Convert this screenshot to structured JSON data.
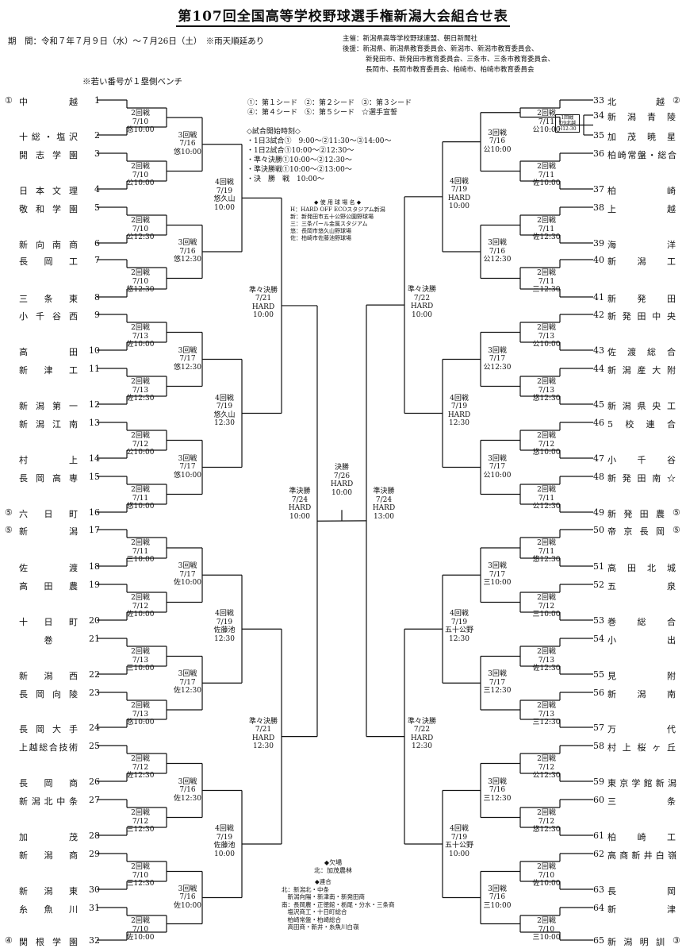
{
  "header": {
    "title": "第107回全国高等学校野球選手権新潟大会組合せ表",
    "period": "期　間：令和７年７月９日（水）～７月26日（土）　※雨天順延あり",
    "sponsor": "主催：新潟県高等学校野球連盟、朝日新聞社",
    "support": [
      "後援：新潟県、新潟県教育委員会、新潟市、新潟市教育委員会、",
      "新発田市、新発田市教育委員会、三条市、三条市教育委員会、",
      "長岡市、長岡市教育委員会、柏崎市、柏崎市教育委員会"
    ],
    "bench_note": "※若い番号が１塁側ベンチ"
  },
  "legend": {
    "seeds": [
      "①：第１シード　②：第２シード　③：第３シード",
      "④：第４シード　⑤：第５シード　☆選手宣誓"
    ],
    "time_title": "◇試合開始時刻◇",
    "times": [
      "・1日3試合①　9:00～②11:30～③14:00～",
      "・1日2試合①10:00～②12:30～",
      "・準々決勝①10:00～②12:30～",
      "・準決勝戦①10:00～②13:00～",
      "・決　勝　戦　10:00～"
    ],
    "venue_title": "◆ 使 用 球 場 名 ◆",
    "venues": [
      "H：HARD OFF ECOスタジアム新潟",
      "新：新発田市五十公野公園野球場",
      "三：三条パール金属スタジアム",
      "悠：長岡市悠久山野球場",
      "佐：柏崎市佐藤池野球場"
    ]
  },
  "left_teams": [
    {
      "no": "1",
      "name": "中越",
      "mark": "①"
    },
    {
      "no": "2",
      "name": "十総・塩沢",
      "mark": ""
    },
    {
      "no": "3",
      "name": "開志学園",
      "mark": ""
    },
    {
      "no": "4",
      "name": "日本文理",
      "mark": ""
    },
    {
      "no": "5",
      "name": "敬和学園",
      "mark": ""
    },
    {
      "no": "6",
      "name": "新向南商",
      "mark": ""
    },
    {
      "no": "7",
      "name": "長岡工",
      "mark": ""
    },
    {
      "no": "8",
      "name": "三条東",
      "mark": ""
    },
    {
      "no": "9",
      "name": "小千谷西",
      "mark": ""
    },
    {
      "no": "10",
      "name": "高田",
      "mark": ""
    },
    {
      "no": "11",
      "name": "新津工",
      "mark": ""
    },
    {
      "no": "12",
      "name": "新潟第一",
      "mark": ""
    },
    {
      "no": "13",
      "name": "新潟江南",
      "mark": ""
    },
    {
      "no": "14",
      "name": "村上",
      "mark": ""
    },
    {
      "no": "15",
      "name": "長岡高専",
      "mark": ""
    },
    {
      "no": "16",
      "name": "六日町",
      "mark": "⑤"
    },
    {
      "no": "17",
      "name": "新潟",
      "mark": "⑤"
    },
    {
      "no": "18",
      "name": "佐渡",
      "mark": ""
    },
    {
      "no": "19",
      "name": "高田農",
      "mark": ""
    },
    {
      "no": "20",
      "name": "十日町",
      "mark": ""
    },
    {
      "no": "21",
      "name": "巻",
      "mark": ""
    },
    {
      "no": "22",
      "name": "新潟西",
      "mark": ""
    },
    {
      "no": "23",
      "name": "長岡向陵",
      "mark": ""
    },
    {
      "no": "24",
      "name": "長岡大手",
      "mark": ""
    },
    {
      "no": "25",
      "name": "上越総合技術",
      "mark": ""
    },
    {
      "no": "26",
      "name": "長岡商",
      "mark": ""
    },
    {
      "no": "27",
      "name": "新潟北中条",
      "mark": ""
    },
    {
      "no": "28",
      "name": "加茂",
      "mark": ""
    },
    {
      "no": "29",
      "name": "新潟商",
      "mark": ""
    },
    {
      "no": "30",
      "name": "新潟東",
      "mark": ""
    },
    {
      "no": "31",
      "name": "糸魚川",
      "mark": ""
    },
    {
      "no": "32",
      "name": "関根学園",
      "mark": "④"
    }
  ],
  "right_teams": [
    {
      "no": "33",
      "name": "北越",
      "mark": "②"
    },
    {
      "no": "34",
      "name": "新潟青陵",
      "mark": ""
    },
    {
      "no": "35",
      "name": "加茂暁星",
      "mark": ""
    },
    {
      "no": "36",
      "name": "柏崎常盤・総合",
      "mark": ""
    },
    {
      "no": "37",
      "name": "柏崎",
      "mark": ""
    },
    {
      "no": "38",
      "name": "上越",
      "mark": ""
    },
    {
      "no": "39",
      "name": "海洋",
      "mark": ""
    },
    {
      "no": "40",
      "name": "新潟工",
      "mark": ""
    },
    {
      "no": "41",
      "name": "新発田",
      "mark": ""
    },
    {
      "no": "42",
      "name": "新発田中央",
      "mark": ""
    },
    {
      "no": "43",
      "name": "佐渡総合",
      "mark": ""
    },
    {
      "no": "44",
      "name": "新潟産大附",
      "mark": ""
    },
    {
      "no": "45",
      "name": "新潟県央工",
      "mark": ""
    },
    {
      "no": "46",
      "name": "5校連合",
      "mark": ""
    },
    {
      "no": "47",
      "name": "小千谷",
      "mark": ""
    },
    {
      "no": "48",
      "name": "新発田南☆",
      "mark": ""
    },
    {
      "no": "49",
      "name": "新発田農",
      "mark": "⑤"
    },
    {
      "no": "50",
      "name": "帝京長岡",
      "mark": "⑤"
    },
    {
      "no": "51",
      "name": "高田北城",
      "mark": ""
    },
    {
      "no": "52",
      "name": "五泉",
      "mark": ""
    },
    {
      "no": "53",
      "name": "巻総合",
      "mark": ""
    },
    {
      "no": "54",
      "name": "小出",
      "mark": ""
    },
    {
      "no": "55",
      "name": "見附",
      "mark": ""
    },
    {
      "no": "56",
      "name": "新潟南",
      "mark": ""
    },
    {
      "no": "57",
      "name": "万代",
      "mark": ""
    },
    {
      "no": "58",
      "name": "村上桜ヶ丘",
      "mark": ""
    },
    {
      "no": "59",
      "name": "東京学館新潟",
      "mark": ""
    },
    {
      "no": "60",
      "name": "三条",
      "mark": ""
    },
    {
      "no": "61",
      "name": "柏崎工",
      "mark": ""
    },
    {
      "no": "62",
      "name": "高商新井白嶺",
      "mark": ""
    },
    {
      "no": "63",
      "name": "長岡",
      "mark": ""
    },
    {
      "no": "64",
      "name": "新津",
      "mark": ""
    },
    {
      "no": "65",
      "name": "新潟明訓",
      "mark": "③"
    }
  ],
  "left_r2": [
    [
      "2回戦",
      "7/10",
      "悠10:00"
    ],
    [
      "2回戦",
      "7/10",
      "公10:00"
    ],
    [
      "2回戦",
      "7/10",
      "公12:30"
    ],
    [
      "2回戦",
      "7/10",
      "悠12:30"
    ],
    [
      "2回戦",
      "7/13",
      "佐10:00"
    ],
    [
      "2回戦",
      "7/13",
      "佐12:30"
    ],
    [
      "2回戦",
      "7/12",
      "公10:00"
    ],
    [
      "2回戦",
      "7/11",
      "悠10:00"
    ],
    [
      "2回戦",
      "7/11",
      "三10:00"
    ],
    [
      "2回戦",
      "7/12",
      "佐10:00"
    ],
    [
      "2回戦",
      "7/13",
      "三10:00"
    ],
    [
      "2回戦",
      "7/13",
      "悠10:00"
    ],
    [
      "2回戦",
      "7/12",
      "佐12:30"
    ],
    [
      "2回戦",
      "7/12",
      "三12:30"
    ],
    [
      "2回戦",
      "7/10",
      "三12:30"
    ],
    [
      "2回戦",
      "7/10",
      "佐10:00"
    ]
  ],
  "left_r3": [
    [
      "3回戦",
      "7/16",
      "悠10:00"
    ],
    [
      "3回戦",
      "7/16",
      "悠12:30"
    ],
    [
      "3回戦",
      "7/17",
      "悠12:30"
    ],
    [
      "3回戦",
      "7/17",
      "悠10:00"
    ],
    [
      "3回戦",
      "7/17",
      "佐10:00"
    ],
    [
      "3回戦",
      "7/17",
      "佐12:30"
    ],
    [
      "3回戦",
      "7/16",
      "佐12:30"
    ],
    [
      "3回戦",
      "7/16",
      "佐10:00"
    ]
  ],
  "left_r4": [
    [
      "4回戦",
      "7/19",
      "悠久山",
      "10:00"
    ],
    [
      "4回戦",
      "7/19",
      "悠久山",
      "12:30"
    ],
    [
      "4回戦",
      "7/19",
      "佐藤池",
      "12:30"
    ],
    [
      "4回戦",
      "7/19",
      "佐藤池",
      "10:00"
    ]
  ],
  "left_qf": [
    [
      "準々決勝",
      "7/21",
      "HARD",
      "10:00"
    ],
    [
      "準々決勝",
      "7/21",
      "HARD",
      "12:30"
    ]
  ],
  "left_sf": [
    "準決勝",
    "7/24",
    "HARD",
    "10:00"
  ],
  "final": [
    "決勝",
    "7/26",
    "HARD",
    "10:00"
  ],
  "right_sf": [
    "準決勝",
    "7/24",
    "HARD",
    "13:00"
  ],
  "right_qf": [
    [
      "準々決勝",
      "7/22",
      "HARD",
      "10:00"
    ],
    [
      "準々決勝",
      "7/22",
      "HARD",
      "12:30"
    ]
  ],
  "right_r4": [
    [
      "4回戦",
      "7/19",
      "HARD",
      "10:00"
    ],
    [
      "4回戦",
      "7/19",
      "HARD",
      "12:30"
    ],
    [
      "4回戦",
      "7/19",
      "五十公野",
      "12:30"
    ],
    [
      "4回戦",
      "7/19",
      "五十公野",
      "10:00"
    ]
  ],
  "right_r3": [
    [
      "3回戦",
      "7/16",
      "公10:00"
    ],
    [
      "3回戦",
      "7/16",
      "公12:30"
    ],
    [
      "3回戦",
      "7/17",
      "公12:30"
    ],
    [
      "3回戦",
      "7/17",
      "公10:00"
    ],
    [
      "3回戦",
      "7/17",
      "三10:00"
    ],
    [
      "3回戦",
      "7/17",
      "三12:30"
    ],
    [
      "3回戦",
      "7/16",
      "三12:30"
    ],
    [
      "3回戦",
      "7/16",
      "三10:00"
    ]
  ],
  "right_r2": [
    [
      "2回戦",
      "7/11",
      "公10:00"
    ],
    [
      "2回戦",
      "7/11",
      "佐10:00"
    ],
    [
      "2回戦",
      "7/11",
      "佐12:30"
    ],
    [
      "2回戦",
      "7/11",
      "三12:30"
    ],
    [
      "2回戦",
      "7/13",
      "公10:00"
    ],
    [
      "2回戦",
      "7/13",
      "悠12:30"
    ],
    [
      "2回戦",
      "7/12",
      "悠10:00"
    ],
    [
      "2回戦",
      "7/11",
      "公12:30"
    ],
    [
      "2回戦",
      "7/11",
      "悠12:30"
    ],
    [
      "2回戦",
      "7/12",
      "三10:00"
    ],
    [
      "2回戦",
      "7/13",
      "佐12:30"
    ],
    [
      "2回戦",
      "7/13",
      "三12:30"
    ],
    [
      "2回戦",
      "7/12",
      "公12:30"
    ],
    [
      "2回戦",
      "7/12",
      "悠12:30"
    ],
    [
      "2回戦",
      "7/10",
      "佐10:00"
    ],
    [
      "2回戦",
      "7/10",
      "三10:00"
    ]
  ],
  "first_round": [
    "1回戦",
    "7/9北越",
    "H12:30"
  ],
  "absence": {
    "title": "◆欠場",
    "body": "北：加茂農林"
  },
  "union": {
    "title": "◆連合",
    "lines": [
      "北：新潟北・中条",
      "　新潟向陽・新津南・新発田商",
      "南：長岡農・正徳館・栃尾・分水・三条商",
      "　塩沢商工・十日町総合",
      "　柏崎常盤・柏崎総合",
      "　高田商・新井・糸魚川白嶺"
    ]
  }
}
